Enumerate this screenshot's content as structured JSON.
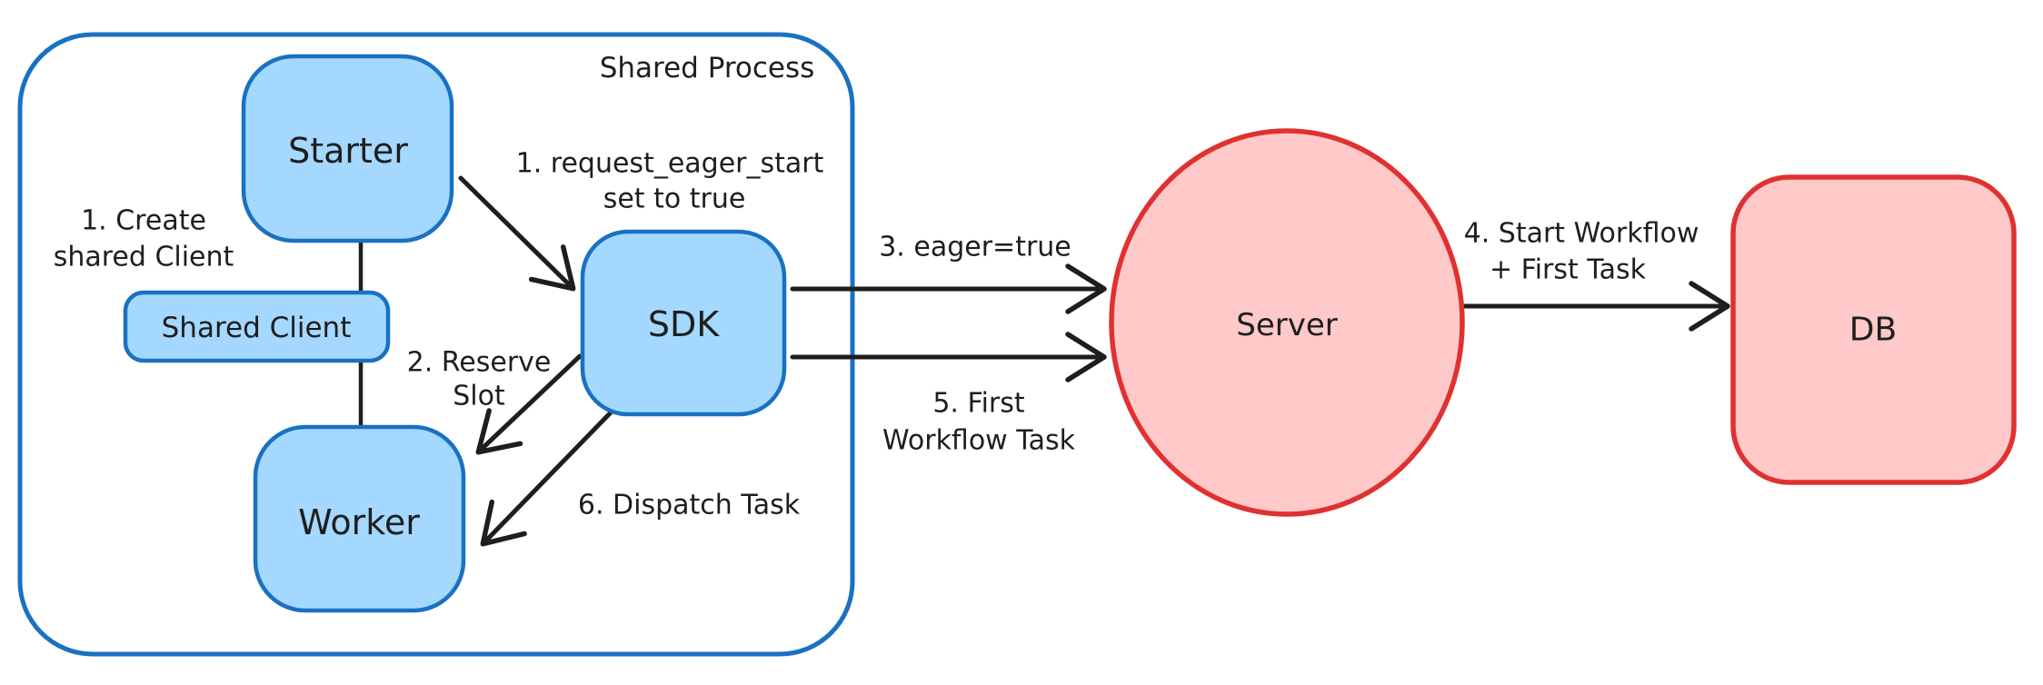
{
  "diagram": {
    "container": {
      "label": "Shared Process"
    },
    "nodes": {
      "starter": {
        "label": "Starter"
      },
      "shared_client": {
        "label": "Shared Client"
      },
      "worker": {
        "label": "Worker"
      },
      "sdk": {
        "label": "SDK"
      },
      "server": {
        "label": "Server"
      },
      "db": {
        "label": "DB"
      }
    },
    "annotations": {
      "create_shared_client": {
        "lines": [
          "1. Create",
          "shared Client"
        ]
      },
      "request_eager_start": {
        "lines": [
          "1. request_eager_start",
          "set to true"
        ]
      },
      "reserve_slot": {
        "lines": [
          "2. Reserve",
          "Slot"
        ]
      },
      "eager_true": {
        "lines": [
          "3. eager=true"
        ]
      },
      "start_workflow_first_task": {
        "lines": [
          "4. Start Workflow",
          "+ First Task"
        ]
      },
      "first_workflow_task": {
        "lines": [
          "5. First",
          "Workflow Task"
        ]
      },
      "dispatch_task": {
        "lines": [
          "6. Dispatch Task"
        ]
      }
    },
    "colors": {
      "blue_stroke": "#1971c2",
      "blue_fill": "#a5d8ff",
      "red_stroke": "#e03131",
      "red_fill": "#ffc9c9",
      "ink": "#1e1e1e",
      "canvas_bg": "#ffffff"
    }
  }
}
